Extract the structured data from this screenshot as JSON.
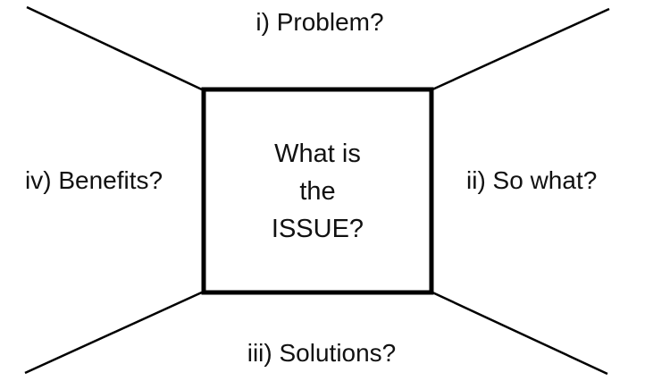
{
  "diagram": {
    "title_hint": "issue-analysis-quadrant-diagram",
    "center_box": {
      "text": "What is\nthe\nISSUE?"
    },
    "labels": {
      "top": "i) Problem?",
      "right": "ii) So what?",
      "bottom": "iii) Solutions?",
      "left": "iv) Benefits?"
    },
    "colors": {
      "background": "#ffffff",
      "line": "#000000",
      "text": "#111111"
    }
  }
}
